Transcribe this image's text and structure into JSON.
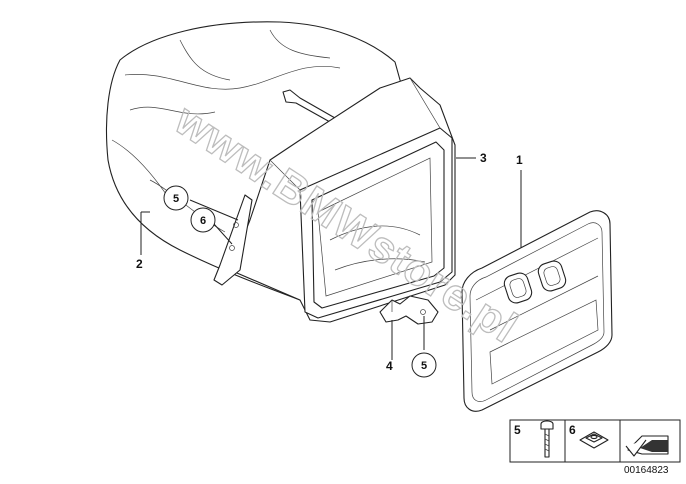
{
  "callouts": {
    "c1": "1",
    "c2": "2",
    "c3": "3",
    "c4": "4",
    "c5_upper": "5",
    "c6_upper": "6",
    "c5_lower": "5"
  },
  "watermark": "www.BMWstore.pl",
  "legend": {
    "item5": "5",
    "item6": "6"
  },
  "reference_number": "00164823",
  "colors": {
    "line": "#222222",
    "watermark": "#bdbdbd"
  }
}
